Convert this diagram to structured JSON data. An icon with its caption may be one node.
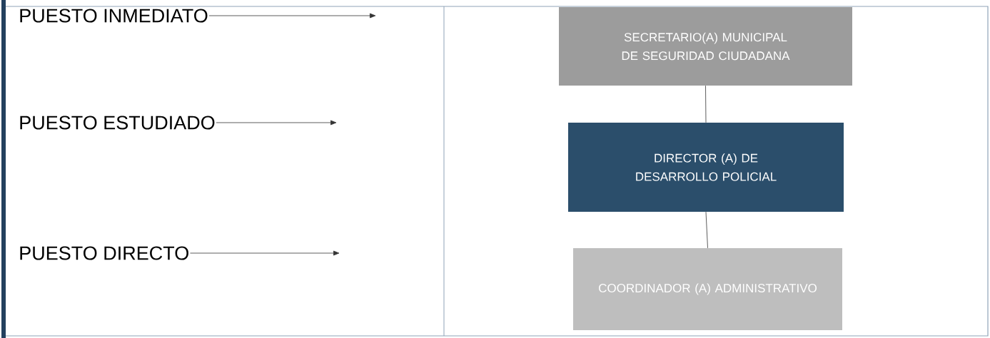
{
  "diagram": {
    "nodes": [
      {
        "text": [
          "PUESTO INMEDIATO"
        ]
      },
      {
        "text": [
          "PUESTO ESTUDIADO"
        ]
      },
      {
        "text": [
          "PUESTO DIRECTO"
        ]
      },
      {
        "text": [
          "SECRETARIO(A) MUNICIPAL DE SEGURIDAD CIUDADANA"
        ]
      },
      {
        "text": [
          "DIRECTOR (A) DE DESARROLLO POLICIAL"
        ]
      },
      {
        "text": [
          "COORDINADOR (A) ADMINISTRATIVO"
        ]
      }
    ],
    "edges": [
      {
        "from": 0,
        "to": null,
        "arrow": "to"
      },
      {
        "from": 1,
        "to": null,
        "arrow": "to"
      },
      {
        "from": 2,
        "to": null,
        "arrow": "to"
      },
      {
        "from": 3,
        "to": 4,
        "arrow": "none"
      },
      {
        "from": 4,
        "to": 5,
        "arrow": "none"
      }
    ]
  }
}
